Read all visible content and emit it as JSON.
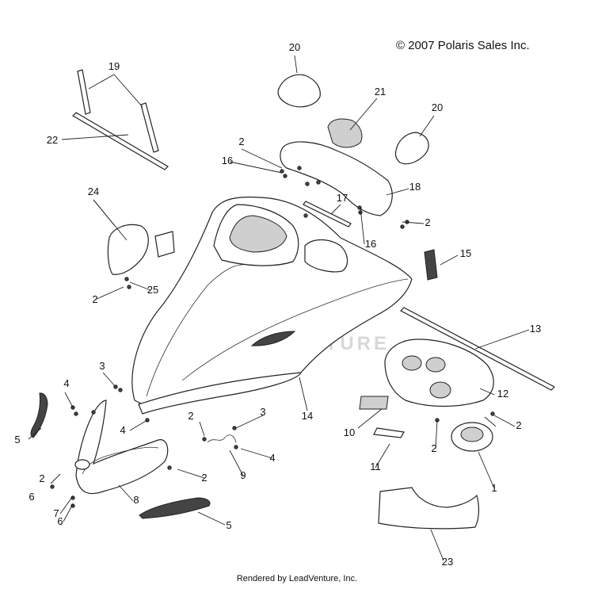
{
  "copyright": "© 2007 Polaris Sales Inc.",
  "footer": "Rendered by LeadVenture, Inc.",
  "watermark": "LEADVENTURE",
  "callouts": [
    "20",
    "21",
    "20",
    "19",
    "22",
    "2",
    "16",
    "17",
    "18",
    "2",
    "16",
    "24",
    "25",
    "2",
    "15",
    "13",
    "12",
    "2",
    "3",
    "14",
    "4",
    "5",
    "4",
    "2",
    "3",
    "2",
    "9",
    "4",
    "10",
    "2",
    "11",
    "1",
    "2",
    "6",
    "8",
    "7",
    "6",
    "5",
    "23"
  ],
  "colors": {
    "ink": "#222222",
    "fill": "#ffffff",
    "shade": "#cfcfcf",
    "dark": "#444444"
  }
}
